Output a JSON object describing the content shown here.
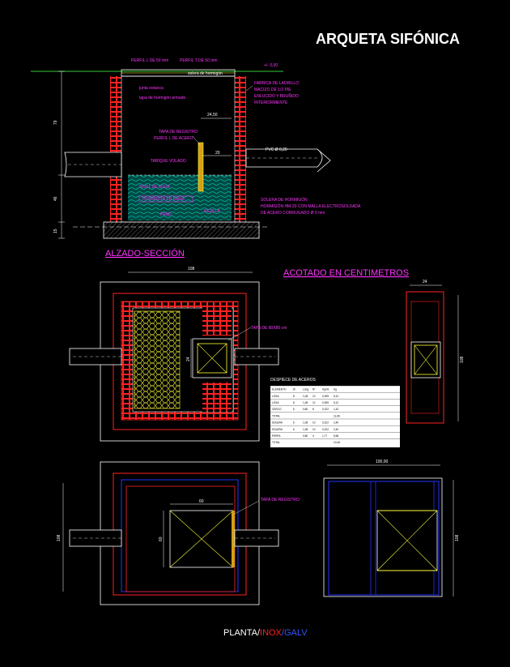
{
  "title": "ARQUETA SIFÓNICA",
  "sections": {
    "elevation": "ALZADO-SECCIÓN",
    "dimensions_note": "ACOTADO EN CENTIMETROS",
    "footer": {
      "part1": "PLANTA/",
      "part2": "INOX",
      "part3": "/GALV"
    }
  },
  "elevation_labels": {
    "profile_left": "PERFIL L DE 50 mm",
    "profile_right": "PERFIL T DE 50 mm",
    "level": "+/- 0,00",
    "top_slab": "solera de hormigón",
    "sub1": "junta estanca",
    "sub2": "tapa de hormigón armado",
    "wall_1": "FABRICA DE LADRILLO",
    "wall_2": "MACIZO DE 1/2 PIE",
    "wall_3": "ENLUCIDO Y BRUÑIDO",
    "wall_4": "INTERIORMENTE",
    "cover_1": "TAPA DE REGISTRO",
    "cover_2": "PERFIL L DE ACERO",
    "baffle": "TABIQUE VOLADO",
    "pipe_note": "PVC Ø 0,20",
    "water_level": "NIVEL DE AGUA",
    "concrete": "HORMIGÓN EN MASA",
    "base_1": "SOLERA DE HORMIGÓN",
    "base_2": "HORMIGÓN HM-20 CON MALLA ELECTROSOLDADA",
    "base_3": "DE ACERO CORRUGADO Ø 6 mm",
    "slope": "PEND.",
    "grate": "REJILLA"
  },
  "elevation_dims": {
    "width_top": "24,50",
    "spacing": "20",
    "height_upper": "79",
    "height_lower": "46",
    "height_base": "15"
  },
  "plan_labels": {
    "plan_dim": "108",
    "side_dim": "24",
    "side_height": "108",
    "cover_label": "TAPA DE 80X80 cm",
    "lower_width": "60",
    "lower_height": "60",
    "lower_side": "108",
    "lower_side_right": "108",
    "lower_cover_label": "TAPA DE REGISTRO",
    "lower_right_dim": "100,00"
  },
  "steel_table": {
    "title": "DESPIECE DE ACEROS",
    "rows": [
      [
        "ELEMENTO",
        "Ø",
        "Long.",
        "Nº",
        "Kg/ml",
        "Kg"
      ],
      [
        "LOSA",
        "8",
        "1,08",
        "12",
        "0,395",
        "5,12"
      ],
      [
        "LOSA",
        "8",
        "1,08",
        "12",
        "0,395",
        "5,12"
      ],
      [
        "CERCO",
        "6",
        "0,80",
        "8",
        "0,222",
        "1,42"
      ],
      [
        "TOTAL",
        "",
        "",
        "",
        "",
        "11,66"
      ],
      [
        "SOLERA",
        "6",
        "1,08",
        "10",
        "0,222",
        "2,40"
      ],
      [
        "SOLERA",
        "6",
        "1,08",
        "10",
        "0,222",
        "2,40"
      ],
      [
        "PERFIL",
        "",
        "0,80",
        "4",
        "1,77",
        "5,66"
      ],
      [
        "TOTAL",
        "",
        "",
        "",
        "",
        "10,46"
      ]
    ]
  },
  "colors": {
    "brick": "#ff2222",
    "magenta": "#ff33ff",
    "yellow": "#ffff00",
    "white": "#ffffff",
    "blue": "#2233ff",
    "water": "#00b3a0",
    "green": "#33cc33"
  }
}
